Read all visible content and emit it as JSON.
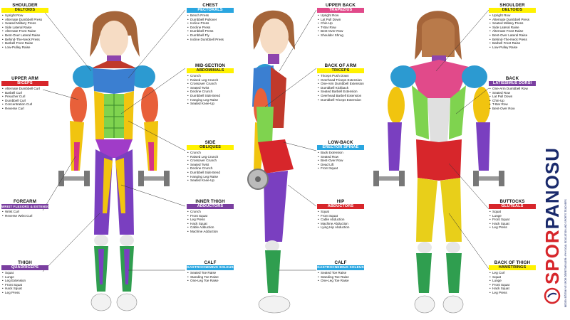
{
  "front_left": {
    "shoulder": {
      "title": "SHOULDER",
      "tag": "DELTOIDS",
      "items": [
        "Upright Row",
        "Alternate Dumbbell Press",
        "Seated Military Press",
        "Side Lateral Raise",
        "Alternate Front Raise",
        "Bent-Over Lateral Raise",
        "Behind-The-Neck Press",
        "Barbell Front Raise",
        "Low-Pulley Raise"
      ]
    },
    "upper_arm": {
      "title": "UPPER ARM",
      "tag": "BICEPS",
      "items": [
        "Alternate Dumbbell Curl",
        "Barbell Curl",
        "Preacher Curl",
        "Dumbbell Curl",
        "Concentration Curl",
        "Reverse Curl"
      ]
    },
    "forearm": {
      "title": "FOREARM",
      "tag": "WRIST FLEXORS & EXTENSORS",
      "items": [
        "Wrist Curl",
        "Reverse Wrist Curl"
      ]
    },
    "thigh": {
      "title": "THIGH",
      "tag": "QUADRICEPS",
      "items": [
        "Squat",
        "Lunge",
        "Leg Extension",
        "Front Squat",
        "Hack Squat",
        "Leg Press"
      ]
    }
  },
  "front_center": {
    "chest": {
      "title": "CHEST",
      "tag": "PECTORALS",
      "items": [
        "Bench Press",
        "Dumbbell Pullover",
        "Incline Press",
        "Decline Press",
        "Dumbbell Press",
        "Dumbbell Fly",
        "Incline Dumbbell Press"
      ]
    },
    "mid_section": {
      "title": "MID-SECTION",
      "tag": "ABDOMINALS",
      "items": [
        "Crunch",
        "Raised Leg Crunch",
        "Crossover Crunch",
        "Seated Twist",
        "Decline Crunch",
        "Dumbbell Side Bend",
        "Hanging Leg Raise",
        "Seated Knee-Up"
      ]
    },
    "side": {
      "title": "SIDE",
      "tag": "OBLIQUES",
      "items": [
        "Crunch",
        "Raised Leg Crunch",
        "Crossover Crunch",
        "Seated Twist",
        "Decline Crunch",
        "Dumbbell Side Bend",
        "Hanging Leg Raise",
        "Seated Knee-Up"
      ]
    },
    "inner_thigh": {
      "title": "INNER THIGH",
      "tag": "ADDUCTORS",
      "items": [
        "Crunch",
        "Front Squat",
        "Leg Press",
        "Hack Squat",
        "Cable Adduction",
        "Machine Adduction"
      ]
    },
    "calf": {
      "title": "CALF",
      "tag": "GASTROCNEMIUS SOLEUS",
      "items": [
        "Seated Toe Raise",
        "Standing Toe Raise",
        "One-Leg Toe Raise"
      ]
    }
  },
  "back_center": {
    "upper_back": {
      "title": "UPPER BACK",
      "tag": "TRAPEZIUS",
      "items": [
        "Upright Row",
        "Lat Pull Down",
        "Chin-Up",
        "T-Bar Row",
        "Bent-Over Row",
        "Shoulder Shrug"
      ]
    },
    "back_of_arm": {
      "title": "BACK OF ARM",
      "tag": "TRICEPS",
      "items": [
        "Triceps Push Down",
        "Overhead Triceps Extension",
        "One-Arm Dumbbell Extension",
        "Dumbbell Kickback",
        "Seated Barbell Extension",
        "Overhead Barbell Extension",
        "Dumbbell Triceps Extension"
      ]
    },
    "low_back": {
      "title": "LOW-BACK",
      "tag": "ERECTOR SPINAE",
      "items": [
        "Back Extension",
        "Seated Row",
        "Bent-Over Row",
        "Dead Lift",
        "Front Squat"
      ]
    },
    "hip": {
      "title": "HIP",
      "tag": "ABDUCTORS",
      "items": [
        "Squat",
        "Front Squat",
        "Cable Abduction",
        "Machine Abduction",
        "Lying Hip Abduction"
      ]
    },
    "calf": {
      "title": "CALF",
      "tag": "GASTROCNEMIUS SOLEUS",
      "items": [
        "Seated Toe Raise",
        "Standing Toe Raise",
        "One-Leg Toe Raise"
      ]
    }
  },
  "back_right": {
    "shoulder": {
      "title": "SHOULDER",
      "tag": "DELTOIDS",
      "items": [
        "Upright Row",
        "Alternate Dumbbell Press",
        "Seated Military Press",
        "Side Lateral Raise",
        "Alternate Front Raise",
        "Bent-Over Lateral Raise",
        "Behind-The-Neck Press",
        "Barbell Front Raise",
        "Low-Pulley Raise"
      ]
    },
    "back": {
      "title": "BACK",
      "tag": "LATISSIMUS DORSI",
      "items": [
        "One-Arm Dumbbell Row",
        "Seated Row",
        "Lat Pull Down",
        "Chin-Up",
        "T-Bar Row",
        "Bent-Over Row"
      ]
    },
    "buttocks": {
      "title": "BUTTOCKS",
      "tag": "GLUTEALS",
      "items": [
        "Squat",
        "Lunge",
        "Front Squat",
        "Hack Squat",
        "Leg Press"
      ]
    },
    "back_of_thigh": {
      "title": "BACK OF THIGH",
      "tag": "HAMSTRINGS",
      "items": [
        "Leg Curl",
        "Squat",
        "Lunge",
        "Front Squat",
        "Hack Squat",
        "Leg Press"
      ]
    }
  },
  "brand": {
    "name_part1": "SPOR",
    "name_part2": "PANOSU",
    "tagline": "BEDEN EĞİTİMİ VE SPOR ÖĞRETMENLERİ • PHYSICAL EDUCATION AND SPORTS TEACHERS"
  },
  "colors": {
    "yellow": "#fff200",
    "red": "#d7262b",
    "blue": "#2aa6e0",
    "purple": "#7a3fa0",
    "navy": "#1a2a6c"
  }
}
